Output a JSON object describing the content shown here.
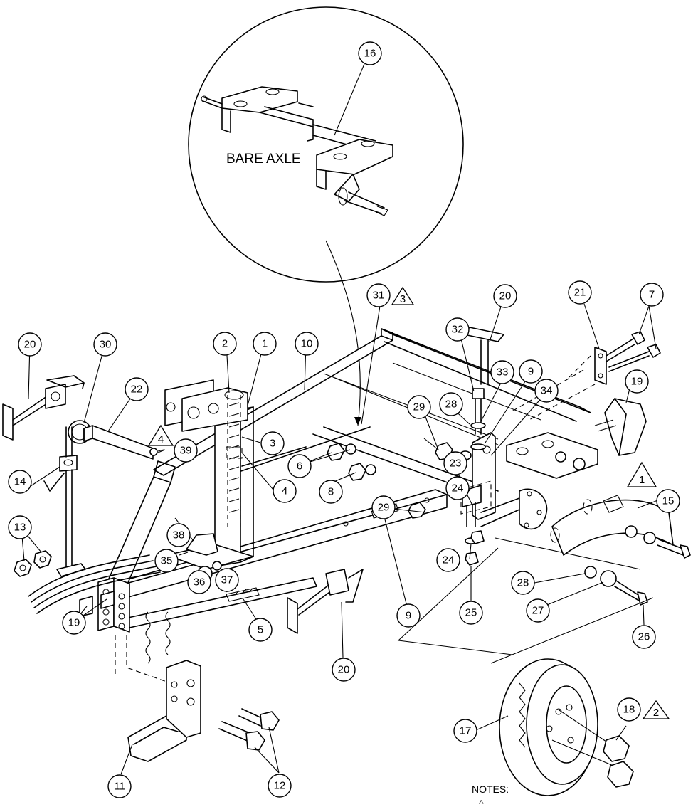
{
  "diagram": {
    "inset_label": "BARE AXLE",
    "notes_heading": "NOTES:",
    "notes_partial_marker": "^",
    "callouts": {
      "c16": "16",
      "c20_top": "20",
      "c21": "21",
      "c7": "7",
      "c31": "31",
      "c3_tri": "3",
      "c32": "32",
      "c33": "33",
      "c9_top": "9",
      "c34": "34",
      "c28_top": "28",
      "c29_top": "29",
      "c19_right": "19",
      "c1_tri": "1",
      "c23": "23",
      "c24_top": "24",
      "c29_mid": "29",
      "c15": "15",
      "c24_low": "24",
      "c25": "25",
      "c28_low": "28",
      "c27": "27",
      "c26": "26",
      "c9_low": "9",
      "c10": "10",
      "c2": "2",
      "c1": "1",
      "c3": "3",
      "c4": "4",
      "c6": "6",
      "c8": "8",
      "c20_left": "20",
      "c30": "30",
      "c22": "22",
      "c4_tri": "4",
      "c39": "39",
      "c14": "14",
      "c13": "13",
      "c38": "38",
      "c35": "35",
      "c36": "36",
      "c37": "37",
      "c19_left": "19",
      "c5": "5",
      "c20_bottom": "20",
      "c11": "11",
      "c12": "12",
      "c17": "17",
      "c18": "18",
      "c2_tri": "2"
    }
  }
}
